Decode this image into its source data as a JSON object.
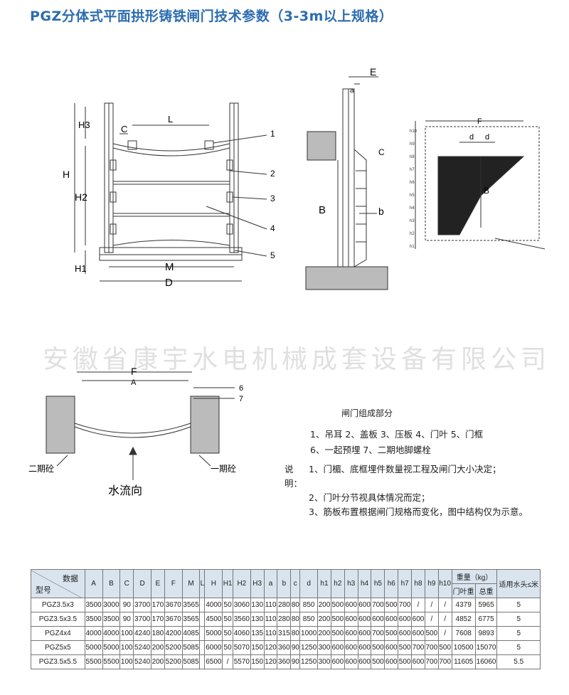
{
  "title": "PGZ分体式平面拱形铸铁闸门技术参数（3-3m以上规格）",
  "watermark": "安徽省康宇水电机械成套设备有限公司",
  "drawing_labels": {
    "H3": "H3",
    "C": "C",
    "L": "L",
    "H": "H",
    "H2": "H2",
    "H1": "H1",
    "M": "M",
    "D": "D",
    "n1": "1",
    "n2": "2",
    "n3": "3",
    "n4": "4",
    "n5": "5",
    "E": "E",
    "a": "a",
    "B": "B",
    "b": "b",
    "F": "F",
    "d": "d",
    "A": "A",
    "n6": "6",
    "n7": "7",
    "second_concrete": "二期砼",
    "first_concrete": "一期砼",
    "flow_dir": "水流向",
    "h1": "h1",
    "h2": "h2",
    "h3": "h3",
    "h4": "h4",
    "h5": "h5",
    "h6": "h6",
    "h7": "h7",
    "h8": "h8",
    "h9": "h9",
    "h10": "h10"
  },
  "legend": {
    "title": "闸门组成部分",
    "parts_line1": "1、吊耳  2、盖板  3、压板  4、门叶  5、门框",
    "parts_line2": "6、一起预埋  7、二期地脚螺栓",
    "notes_label": "说明：",
    "note1": "1、门楣、底框埋件数量视工程及闸门大小决定；",
    "note2": "2、门叶分节视具体情况而定；",
    "note3": "3、筋板布置根据闸门规格而变化，图中结构仅为示意。"
  },
  "table": {
    "header_data": "数据",
    "header_model": "型号",
    "columns": [
      "A",
      "B",
      "C",
      "D",
      "E",
      "F",
      "M",
      "L",
      "H",
      "H1",
      "H2",
      "H3",
      "a",
      "b",
      "c",
      "d",
      "h1",
      "h2",
      "h3",
      "h4",
      "h5",
      "h6",
      "h7",
      "h8",
      "h9",
      "h10"
    ],
    "weight_label": "重量（kg）",
    "weight_leaf": "门叶重",
    "weight_total": "总重",
    "water_head": "适用水头≤米",
    "rows": [
      [
        "PGZ3.5x3",
        "3500",
        "3000",
        "90",
        "3700",
        "170",
        "3670",
        "3565",
        "",
        "4000",
        "50",
        "3060",
        "130",
        "110",
        "280",
        "80",
        "850",
        "200",
        "500",
        "600",
        "600",
        "700",
        "500",
        "700",
        "/",
        "/",
        "/",
        "4379",
        "5965",
        "5"
      ],
      [
        "PGZ3.5x3.5",
        "3500",
        "3500",
        "90",
        "3700",
        "170",
        "3670",
        "3565",
        "",
        "4500",
        "50",
        "3560",
        "130",
        "110",
        "280",
        "80",
        "850",
        "200",
        "500",
        "600",
        "600",
        "600",
        "600",
        "600",
        "600",
        "/",
        "/",
        "4852",
        "6775",
        "5"
      ],
      [
        "PGZ4x4",
        "4000",
        "4000",
        "100",
        "4240",
        "180",
        "4200",
        "4085",
        "",
        "5000",
        "50",
        "4060",
        "135",
        "110",
        "315",
        "80",
        "1000",
        "200",
        "500",
        "600",
        "600",
        "700",
        "500",
        "600",
        "600",
        "500",
        "/",
        "7608",
        "9893",
        "5"
      ],
      [
        "PGZ5x5",
        "5000",
        "5000",
        "100",
        "5240",
        "200",
        "5200",
        "5085",
        "",
        "6000",
        "50",
        "5070",
        "150",
        "120",
        "360",
        "90",
        "1250",
        "300",
        "600",
        "600",
        "600",
        "500",
        "600",
        "500",
        "700",
        "700",
        "500",
        "10500",
        "15070",
        "5"
      ],
      [
        "PGZ3.5x5.5",
        "5500",
        "5500",
        "100",
        "5240",
        "200",
        "5200",
        "5085",
        "",
        "6500",
        "/",
        "5570",
        "150",
        "120",
        "360",
        "90",
        "1250",
        "300",
        "600",
        "600",
        "600",
        "500",
        "600",
        "500",
        "600",
        "700",
        "700",
        "11605",
        "16060",
        "5.5"
      ]
    ]
  }
}
